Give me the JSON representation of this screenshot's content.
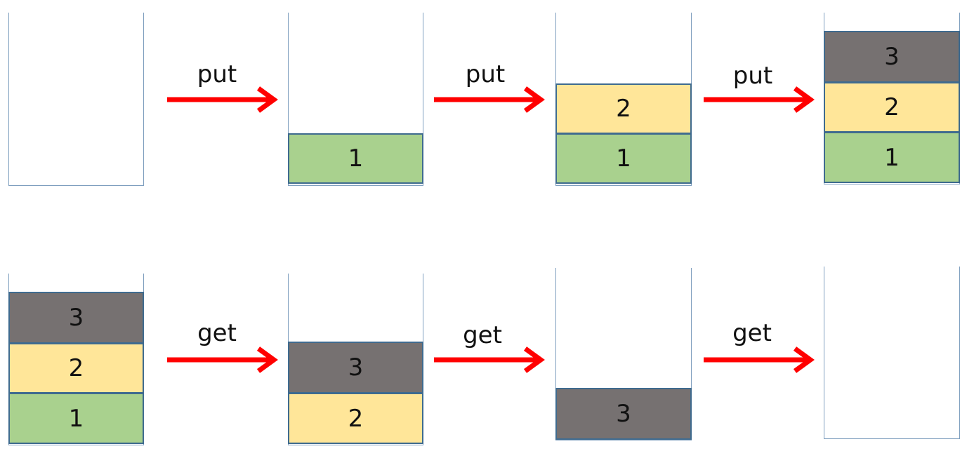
{
  "colors": {
    "green": "#a9d18e",
    "yellow": "#ffe699",
    "gray": "#767171",
    "arrow": "#ff0000",
    "container_border": "#7f9fbf"
  },
  "put_row": {
    "operation": "put",
    "stacks": [
      [],
      [
        "1"
      ],
      [
        "1",
        "2"
      ],
      [
        "1",
        "2",
        "3"
      ]
    ]
  },
  "get_row": {
    "operation": "get",
    "stacks": [
      [
        "1",
        "2",
        "3"
      ],
      [
        "2",
        "3"
      ],
      [
        "3"
      ],
      []
    ]
  }
}
